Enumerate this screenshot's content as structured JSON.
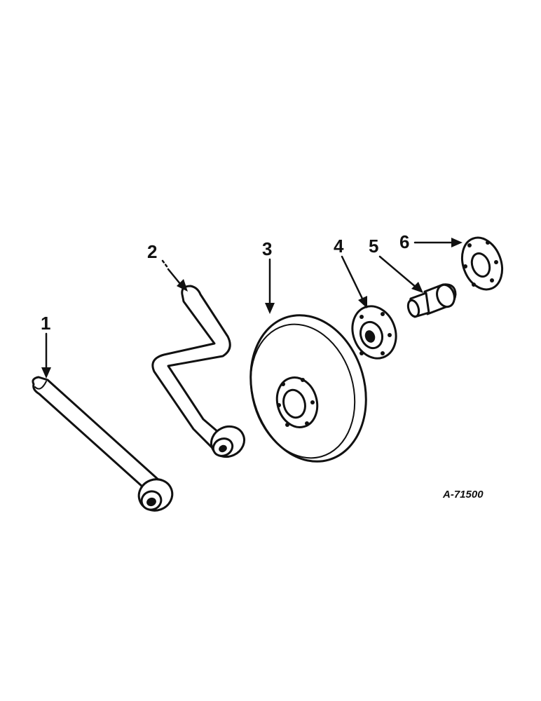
{
  "callouts": [
    {
      "id": "1",
      "label": "1"
    },
    {
      "id": "2",
      "label": "2"
    },
    {
      "id": "3",
      "label": "3"
    },
    {
      "id": "4",
      "label": "4"
    },
    {
      "id": "5",
      "label": "5"
    },
    {
      "id": "6",
      "label": "6"
    }
  ],
  "reference_code": "A-71500"
}
